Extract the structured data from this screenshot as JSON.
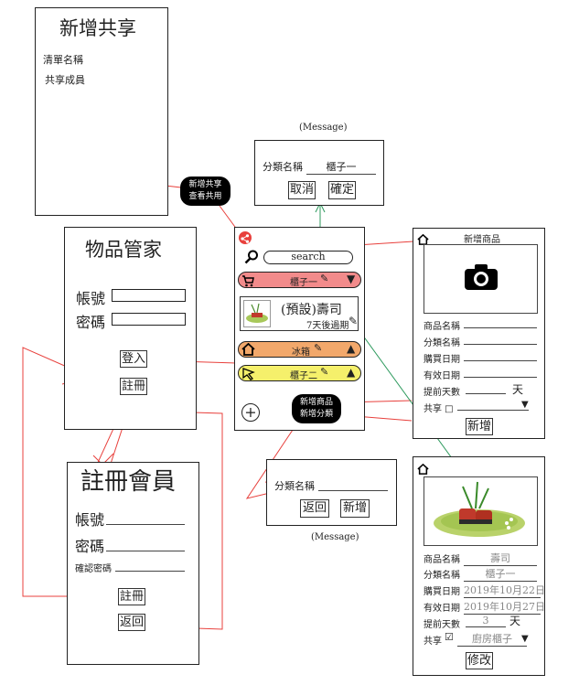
{
  "share_screen": {
    "title": "新增共享",
    "list_name": "清單名稱",
    "members": "共享成員"
  },
  "message_top": {
    "caption": "(Message)",
    "label": "分類名稱",
    "value": "櫃子一",
    "cancel": "取消",
    "confirm": "確定"
  },
  "share_popup": {
    "line1": "新增共享",
    "line2": "查看共用"
  },
  "login": {
    "title": "物品管家",
    "account": "帳號",
    "password": "密碼",
    "login_btn": "登入",
    "register_btn": "註冊"
  },
  "main": {
    "search": "search",
    "cat1": "櫃子一",
    "item_name": "(預設)壽司",
    "item_expiry": "7天後過期",
    "cat2": "冰箱",
    "cat3": "櫃子二",
    "plus": "+",
    "popup_line1": "新增商品",
    "popup_line2": "新增分類"
  },
  "add_item": {
    "title": "新增商品",
    "name": "商品名稱",
    "category": "分類名稱",
    "buy_date": "購買日期",
    "exp_date": "有效日期",
    "days_before": "提前天數",
    "days_unit": "天",
    "share": "共享 □",
    "add_btn": "新增"
  },
  "register": {
    "title": "註冊會員",
    "account": "帳號",
    "password": "密碼",
    "confirm": "確認密碼",
    "register_btn": "註冊",
    "back_btn": "返回"
  },
  "message_bottom": {
    "caption": "(Message)",
    "label": "分類名稱",
    "back": "返回",
    "add": "新增"
  },
  "edit_item": {
    "name_label": "商品名稱",
    "name_value": "壽司",
    "cat_label": "分類名稱",
    "cat_value": "櫃子一",
    "buy_label": "購買日期",
    "buy_value": "2019年10月22日",
    "exp_label": "有效日期",
    "exp_value": "2019年10月27日",
    "days_label": "提前天數",
    "days_value": "3",
    "days_unit": "天",
    "share_label": "共享",
    "share_value": "廚房櫃子",
    "edit_btn": "修改"
  },
  "colors": {
    "red": "#e8403c",
    "green": "#2e9a5e",
    "cat1": "#f28b8b",
    "cat2": "#f2a86b",
    "cat3": "#f5f06b"
  }
}
